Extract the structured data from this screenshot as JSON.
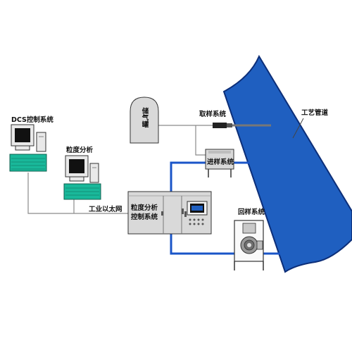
{
  "labels": {
    "dcs": "DCS控制系统",
    "particle_pc": "粒度分析",
    "ethernet": "工业以太网",
    "gas_tank": "储气罐",
    "sampling": "取样系统",
    "pipeline": "工艺管道",
    "feed": "进样系统",
    "analyzer_line1": "粒度分析",
    "analyzer_line2": "控制系统",
    "return": "回样系统"
  },
  "colors": {
    "pipe": "#1f5fc0",
    "pipe_dark": "#0c2e78",
    "blue_line": "#1a55c8",
    "gray_line": "#8a8a8a",
    "cabinet": "#d9d9d9",
    "keyboard": "#19b89a"
  }
}
